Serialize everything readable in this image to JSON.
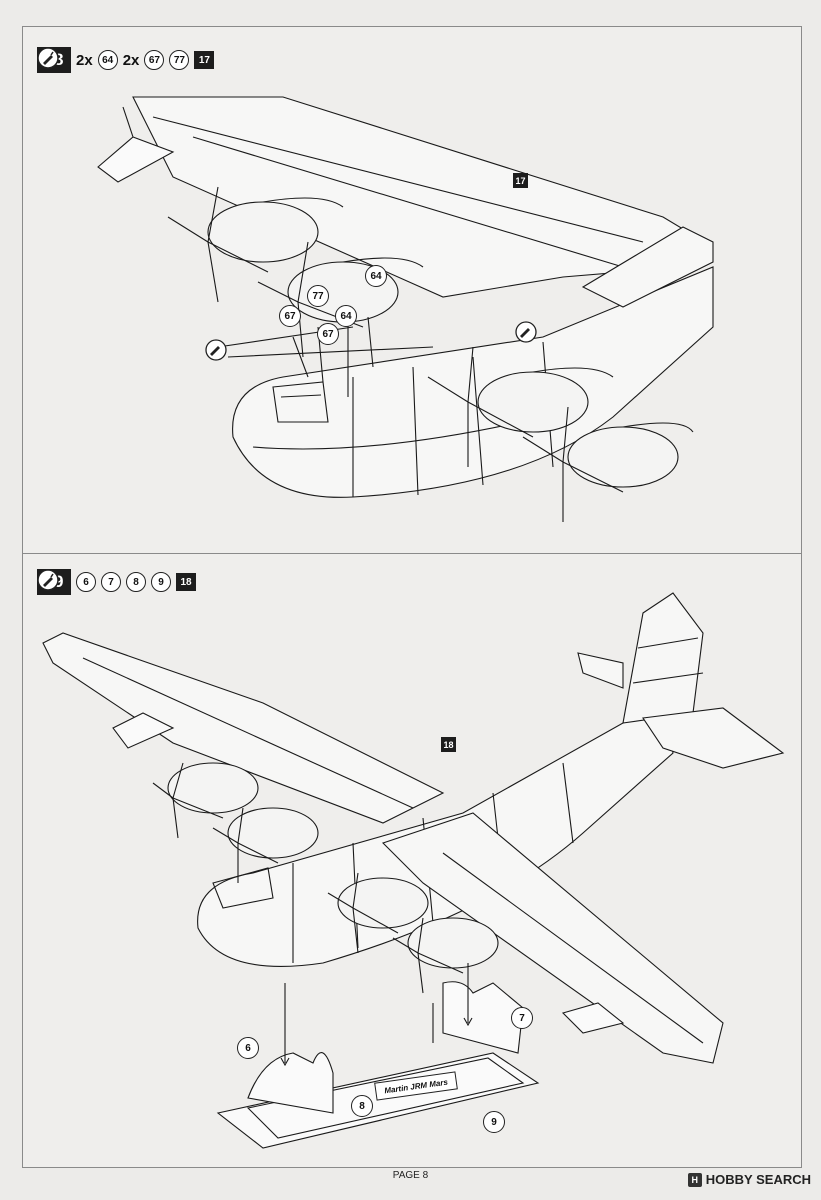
{
  "steps": [
    {
      "number": "18",
      "multiplier_a": "2x",
      "part_a": "64",
      "multiplier_b": "2x",
      "parts_b": [
        "67",
        "77"
      ],
      "ref": "17",
      "model_label": "17",
      "callouts": [
        "64",
        "77",
        "64",
        "67",
        "67"
      ]
    },
    {
      "number": "19",
      "parts": [
        "6",
        "7",
        "8",
        "9"
      ],
      "ref": "18",
      "model_label": "18",
      "callouts": [
        "6",
        "7",
        "8",
        "9"
      ],
      "stand_plate_text": "Martin JRM Mars"
    }
  ],
  "footer": {
    "page": "PAGE 8",
    "watermark": "HOBBY SEARCH",
    "watermark_icon": "H"
  },
  "icons": [
    "glue-icon",
    "cement-icon"
  ]
}
